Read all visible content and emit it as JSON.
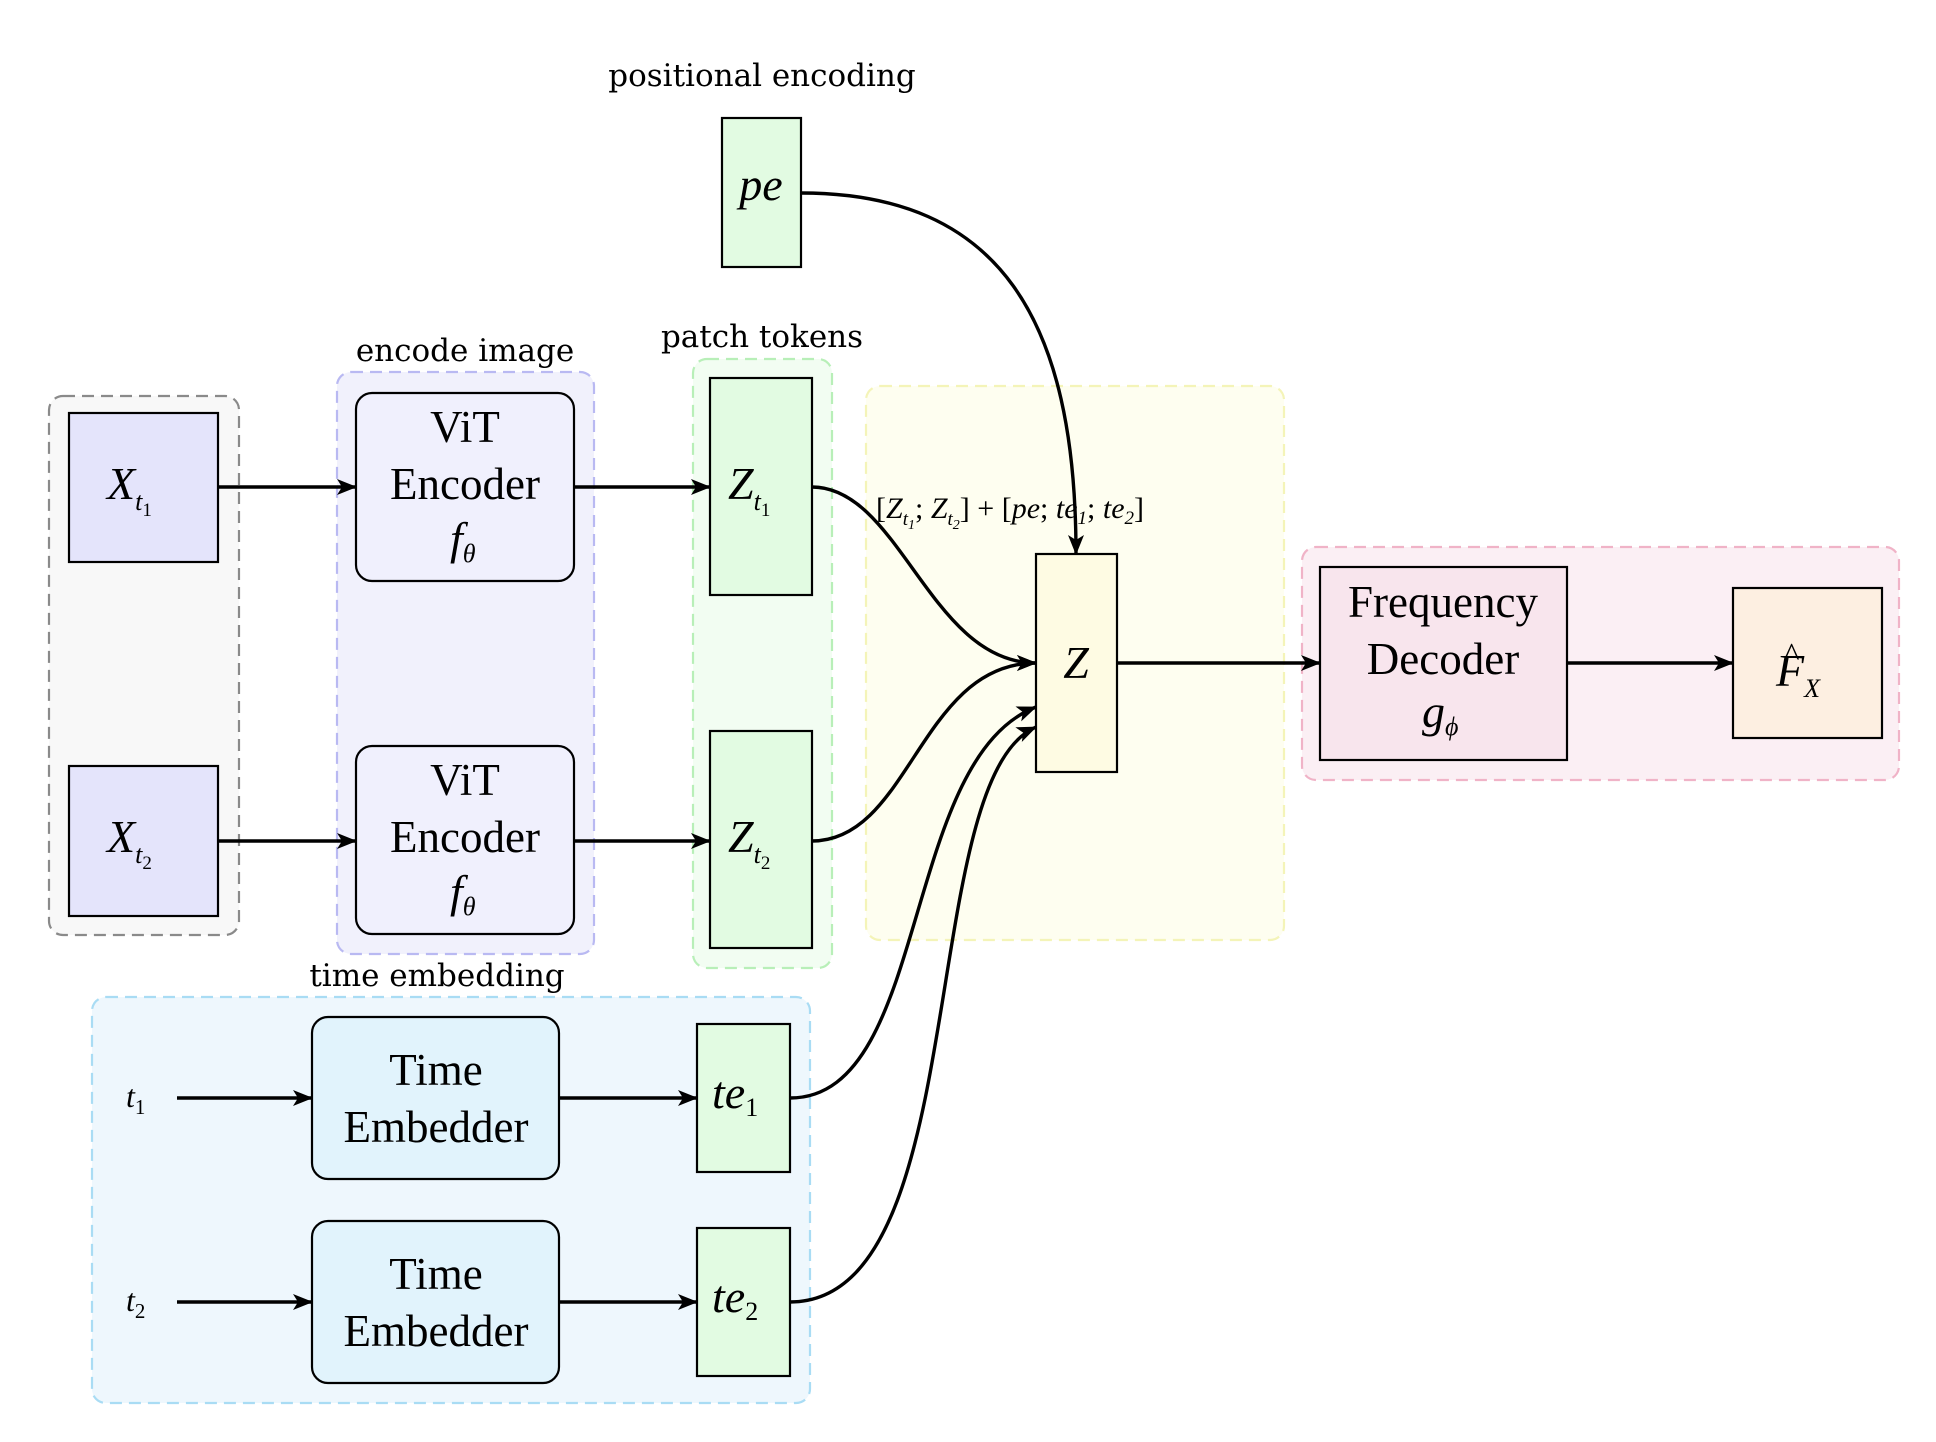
{
  "labels": {
    "positional_encoding": "positional encoding",
    "encode_image": "encode image",
    "patch_tokens": "patch tokens",
    "time_embedding": "time embedding"
  },
  "nodes": {
    "x1": {
      "symbol": "X",
      "sub": "t",
      "subsub": "1"
    },
    "x2": {
      "symbol": "X",
      "sub": "t",
      "subsub": "2"
    },
    "vit1": {
      "line1": "ViT",
      "line2": "Encoder",
      "symbol": "f",
      "sub": "θ"
    },
    "vit2": {
      "line1": "ViT",
      "line2": "Encoder",
      "symbol": "f",
      "sub": "θ"
    },
    "z1": {
      "symbol": "Z",
      "sub": "t",
      "subsub": "1"
    },
    "z2": {
      "symbol": "Z",
      "sub": "t",
      "subsub": "2"
    },
    "pe": {
      "symbol": "pe"
    },
    "z": {
      "symbol": "Z"
    },
    "t1": {
      "symbol": "t",
      "sub": "1"
    },
    "t2": {
      "symbol": "t",
      "sub": "2"
    },
    "time1": {
      "line1": "Time",
      "line2": "Embedder"
    },
    "time2": {
      "line1": "Time",
      "line2": "Embedder"
    },
    "te1": {
      "symbol": "te",
      "sub": "1"
    },
    "te2": {
      "symbol": "te",
      "sub": "2"
    },
    "freq": {
      "line1": "Frequency",
      "line2": "Decoder",
      "symbol": "g",
      "sub": "ϕ"
    },
    "fx": {
      "hat": "^",
      "symbol": "F",
      "sub": "X"
    }
  },
  "concat": {
    "open1": "[",
    "z1": "Z",
    "t1": "t",
    "s1": "1",
    "sep1": "; ",
    "z2": "Z",
    "t2": "t",
    "s2": "2",
    "close1": "]",
    "plus": " + ",
    "open2": "[",
    "pe": "pe",
    "sep2": "; ",
    "te1": "te",
    "n1": "1",
    "sep3": "; ",
    "te2": "te",
    "n2": "2",
    "close2": "]"
  },
  "colors": {
    "input_fill": "#e4e4fb",
    "encoder_fill": "#f0f0fd",
    "encoder_group": "#f1f1fc",
    "token_fill": "#e2fbe2",
    "token_group": "#f2fdf2",
    "input_group": "#f8f8f8",
    "time_group": "#eef7fd",
    "time_fill": "#e1f3fc",
    "fusion_group": "#fefef0",
    "z_fill": "#fefbe3",
    "decoder_group": "#fbeff4",
    "decoder_fill": "#f8e5ed",
    "output_fill": "#fdefe1"
  }
}
